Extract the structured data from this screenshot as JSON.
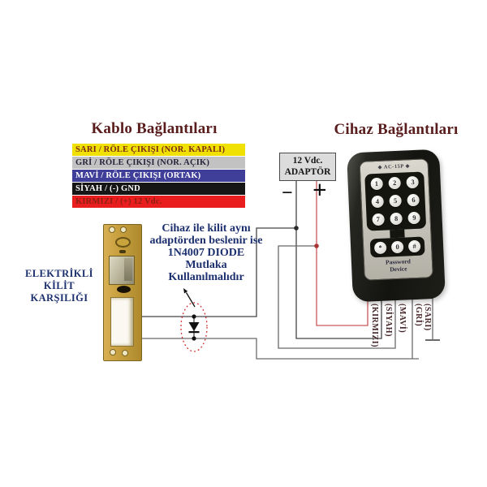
{
  "titles": {
    "left": "Kablo Bağlantıları",
    "right": "Cihaz Bağlantıları"
  },
  "cable_table": {
    "rows": [
      {
        "label": "SARI / RÖLE ÇIKIŞI (NOR. KAPALI)",
        "bg": "#f0e103",
        "fg": "#7c2a16"
      },
      {
        "label": "GRİ / RÖLE ÇIKIŞI (NOR. AÇIK)",
        "bg": "#c3c2c2",
        "fg": "#24243a"
      },
      {
        "label": "MAVİ / RÖLE ÇIKIŞI (ORTAK)",
        "bg": "#3f3e99",
        "fg": "#ffffff"
      },
      {
        "label": "SİYAH / (-) GND",
        "bg": "#161616",
        "fg": "#ffffff"
      },
      {
        "label": "KIRMIZI / (+) 12 Vdc.",
        "bg": "#e91d1d",
        "fg": "#8c2012"
      }
    ]
  },
  "adapter": {
    "line1": "12 Vdc.",
    "line2": "ADAPTÖR",
    "minus_symbol": "−",
    "plus_symbol": "+"
  },
  "note": {
    "lines": [
      "Cihaz ile kilit aynı",
      "adaptörden beslenir ise",
      "1N4007 DIODE",
      "Mutlaka",
      "Kullanılmalıdır"
    ]
  },
  "lock_label": {
    "lines": [
      "ELEKTRİKLİ",
      "KİLİT",
      "KARŞILIĞI"
    ]
  },
  "device": {
    "top_label": "◆ AC-15P ◆",
    "keys": [
      "1",
      "2",
      "3",
      "4",
      "5",
      "6",
      "7",
      "8",
      "9"
    ],
    "bottom_keys": [
      "*",
      "0",
      "#"
    ],
    "caption": [
      "Password",
      "Device"
    ]
  },
  "wire_labels": [
    "(KIRMIZI)",
    "(SİYAH)",
    "(MAVİ)",
    "(GRİ)",
    "(SARI)"
  ],
  "colors": {
    "title": "#5a1d1d",
    "note_text": "#1c2f6e",
    "table_yellow": "#f0e103",
    "table_gray": "#c3c2c2",
    "table_blue": "#3f3e99",
    "table_black": "#161616",
    "table_red": "#e91d1d",
    "wire_dark": "#454545",
    "wire_gray": "#6a6a6a",
    "wire_red": "#c95757",
    "diode_oval": "#cc2a2a",
    "lock_plate_brass": "#c79f3e"
  }
}
